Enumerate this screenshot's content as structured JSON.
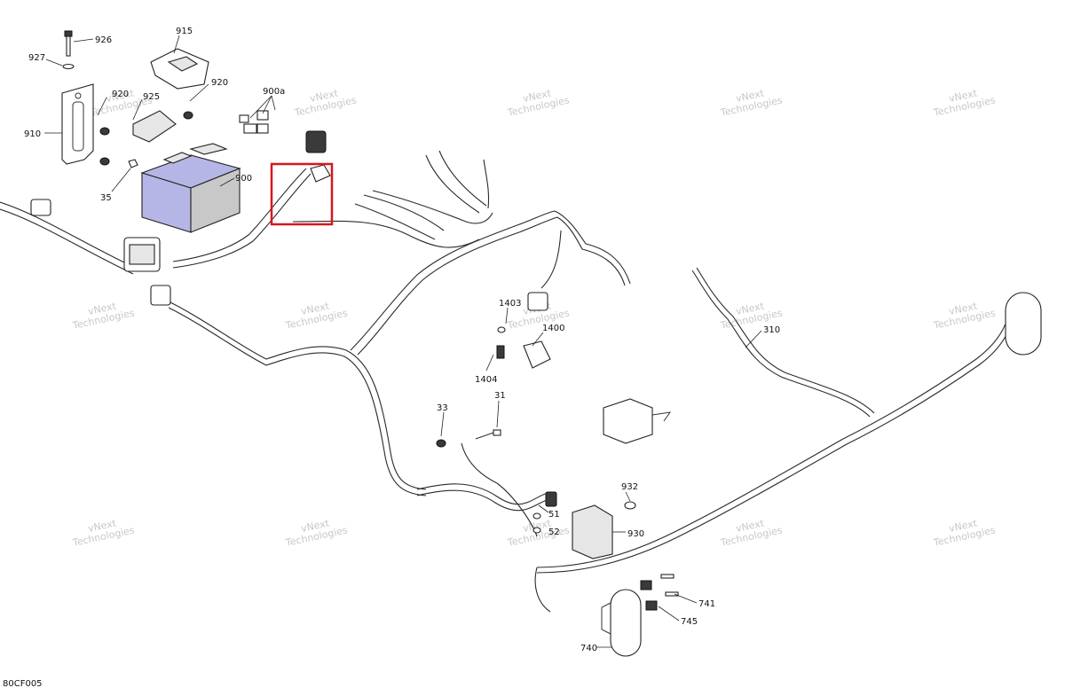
{
  "diagram_code": "80CF005",
  "watermark": {
    "line1": "vNext",
    "line2": "Technologies"
  },
  "callouts": {
    "c926": "926",
    "c927": "927",
    "c915": "915",
    "c920a": "920",
    "c920b": "920",
    "c925": "925",
    "c910": "910",
    "c35": "35",
    "c900": "900",
    "c900a": "900a",
    "c1403": "1403",
    "c1400": "1400",
    "c1404": "1404",
    "c310": "310",
    "c33": "33",
    "c31": "31",
    "c932": "932",
    "c930": "930",
    "c51": "51",
    "c52": "52",
    "c741": "741",
    "c745": "745",
    "c740": "740"
  },
  "colors": {
    "highlight": "#d6171d",
    "battery_top": "#b6b6e6",
    "battery_body": "#c8c8c8"
  }
}
